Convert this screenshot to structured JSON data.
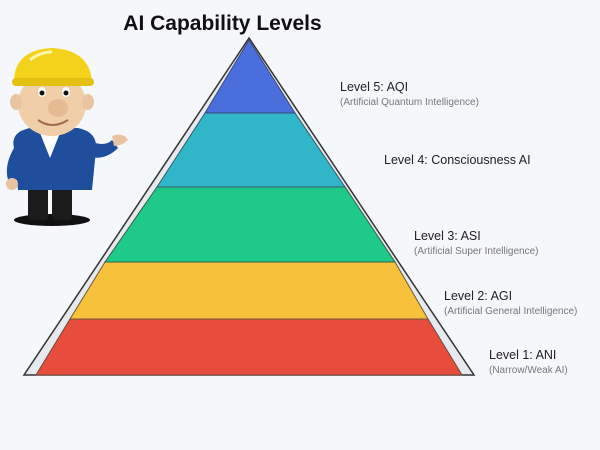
{
  "title": "AI Capability Levels",
  "colors": {
    "background": "#f5f7fa",
    "outline": "#333333",
    "level1": "#e84c3d",
    "level2": "#f8c13b",
    "level3": "#1fc98a",
    "level4": "#31b6c9",
    "level5": "#4a6fdc"
  },
  "levels": [
    {
      "id": 5,
      "label": "Level 5: AQI",
      "subtitle": "(Artificial Quantum Intelligence)",
      "color": "#4a6fdc"
    },
    {
      "id": 4,
      "label": "Level 4: Consciousness AI",
      "subtitle": "",
      "color": "#31b6c9"
    },
    {
      "id": 3,
      "label": "Level 3: ASI",
      "subtitle": "(Artificial Super Intelligence)",
      "color": "#1fc98a"
    },
    {
      "id": 2,
      "label": "Level 2: AGI",
      "subtitle": "(Artificial General Intelligence)",
      "color": "#f8c13b"
    },
    {
      "id": 1,
      "label": "Level 1: ANI",
      "subtitle": "(Narrow/Weak AI)",
      "color": "#e84c3d"
    }
  ],
  "mascot": {
    "description": "cartoon-construction-worker",
    "helmet_color": "#f2d21b",
    "shirt_color": "#1f4f9c"
  }
}
